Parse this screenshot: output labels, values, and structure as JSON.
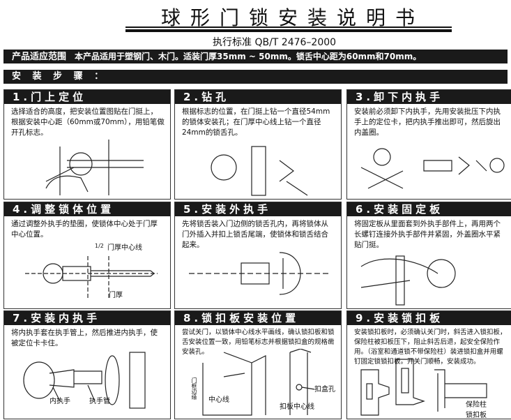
{
  "title": "球形门锁安装说明书",
  "standard": "执行标准  QB/T 2476–2000",
  "scope": {
    "label": "产品适应范围",
    "text": "本产品适用于塑钢门、木门。适装门厚35mm ~ 50mm。锁舌中心距为60mm和70mm。"
  },
  "steps_label": "安 装 步 骤 ：",
  "steps": [
    {
      "title": "1.门上定位",
      "text": "选择适合的高度，把安装位置图贴在门挺上，根据安装中心距（60mm或70mm），用铅笔做开孔标志。"
    },
    {
      "title": "2.钻孔",
      "text": "根据标志的位置，在门挺上钻一个直径54mm的锁体安装孔；在门厚中心线上钻一个直径24mm的锁舌孔。"
    },
    {
      "title": "3.卸下内执手",
      "text": "安装前必须卸下内执手，先用安装批压下内执手上的定位卡，把内执手推出即可，然后旋出内盖圈。"
    },
    {
      "title": "4.调整锁体位置",
      "text": "通过调整外执手的垫圈，使锁体中心处于门厚中心位置。",
      "labels": [
        "1/2",
        "门厚中心线",
        "门厚"
      ]
    },
    {
      "title": "5.安装外执手",
      "text": "先将锁舌装入门边侧的锁舌孔内，再将锁体从门外插入并扣上锁舌尾端，使锁体和锁舌结合起来。"
    },
    {
      "title": "6.安装固定板",
      "text": "将固定板从里面套到外执手部件上，再用两个长螺钉连接外执手部件并紧固，外盖圈水平紧贴门挺。"
    },
    {
      "title": "7.安装内执手",
      "text": "将内执手套在执手管上，然后推进内执手，使被定位卡卡住。",
      "labels": [
        "内执手",
        "执手管"
      ]
    },
    {
      "title": "8.锁扣板安装位置",
      "text": "尝试关门，以锁体中心线水平画线，确认锁扣板和锁舌安装位置一致，用铅笔标志并根据锁扣盒的规格凿安装孔。",
      "labels": [
        "中心线",
        "扣盒孔",
        "扣板中心线",
        "门框边缘"
      ]
    },
    {
      "title": "9.安装锁扣板",
      "text": "安装锁扣板时，必须确认关门时，斜舌进入锁扣板，保险柱被扣板压下，阻止斜舌后退，起安全保险作用。（浴室和通道锁不带保险柱）装进锁扣盒并用螺钉固定锁锁扣板。开关门顺畅，安装成功。",
      "labels": [
        "保险柱",
        "锁扣板"
      ]
    }
  ]
}
